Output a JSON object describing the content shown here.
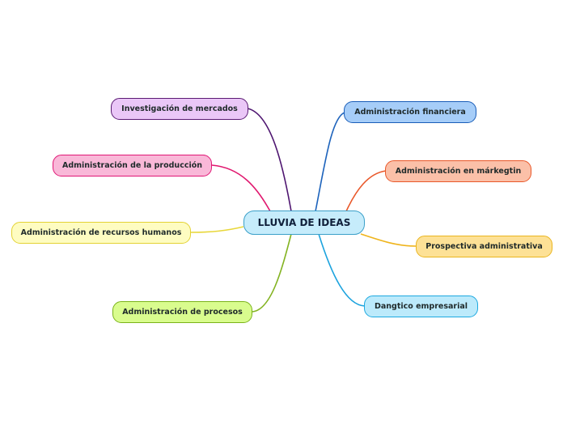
{
  "central": {
    "label": "LLUVIA DE IDEAS",
    "fill": "#c6ecfb",
    "border": "#3ba0c9"
  },
  "branches": [
    {
      "id": "investigacion",
      "label": "Investigación de mercados",
      "fill": "#eac7f7",
      "border": "#5a1a73",
      "line": "#4e1570"
    },
    {
      "id": "produccion",
      "label": "Administración de la producción",
      "fill": "#f9b8d8",
      "border": "#e01775",
      "line": "#e0186f"
    },
    {
      "id": "rrhh",
      "label": "Administración de recursos humanos",
      "fill": "#fefcc1",
      "border": "#e3d233",
      "line": "#e8d73a"
    },
    {
      "id": "procesos",
      "label": "Administración de procesos",
      "fill": "#d9fc8e",
      "border": "#7ab31a",
      "line": "#83b321"
    },
    {
      "id": "financiera",
      "label": "Administración financiera",
      "fill": "#a6cdf8",
      "border": "#1a5db8",
      "line": "#1d63bc"
    },
    {
      "id": "marketing",
      "label": "Administración en márkegtin",
      "fill": "#fbc0a8",
      "border": "#e9582a",
      "line": "#e9582a"
    },
    {
      "id": "prospectiva",
      "label": "Prospectiva administrativa",
      "fill": "#fde196",
      "border": "#eab51f",
      "line": "#efb41c"
    },
    {
      "id": "dangtico",
      "label": "Dangtico empresarial",
      "fill": "#bceafb",
      "border": "#1da9e0",
      "line": "#1ca3de"
    }
  ]
}
